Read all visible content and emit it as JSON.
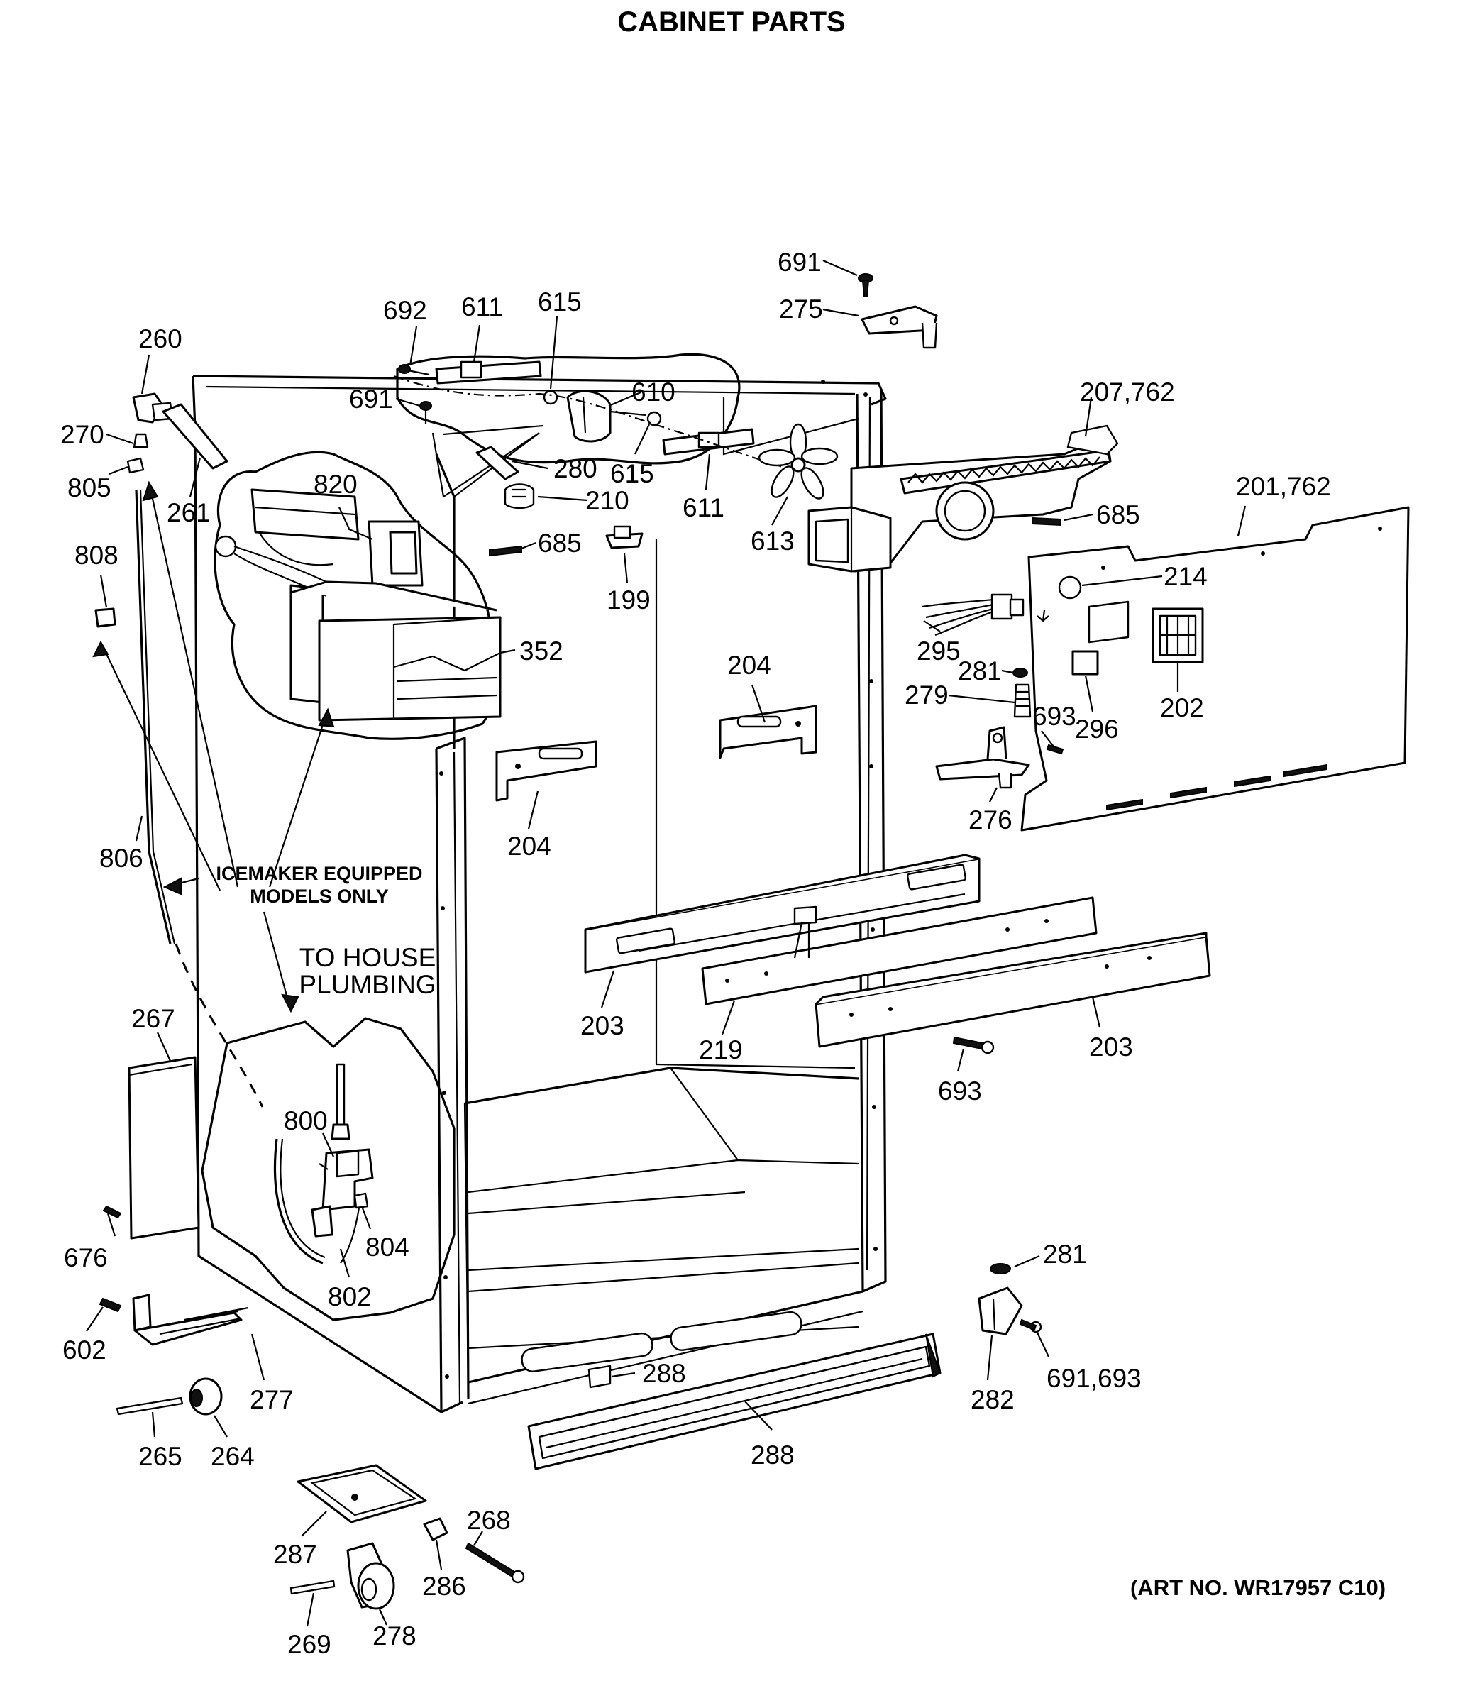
{
  "title": "CABINET PARTS",
  "art_number": "(ART NO. WR17957 C10)",
  "notes": {
    "icemaker_line1": "ICEMAKER EQUIPPED",
    "icemaker_line2": "MODELS ONLY",
    "plumbing_line1": "TO HOUSE",
    "plumbing_line2": "PLUMBING"
  },
  "callouts": [
    {
      "id": "c691a",
      "text": "691"
    },
    {
      "id": "c275",
      "text": "275"
    },
    {
      "id": "c692",
      "text": "692"
    },
    {
      "id": "c611a",
      "text": "611"
    },
    {
      "id": "c615a",
      "text": "615"
    },
    {
      "id": "c610",
      "text": "610"
    },
    {
      "id": "c260",
      "text": "260"
    },
    {
      "id": "c691b",
      "text": "691"
    },
    {
      "id": "c207",
      "text": "207,762"
    },
    {
      "id": "c270",
      "text": "270"
    },
    {
      "id": "c615b",
      "text": "615"
    },
    {
      "id": "c280",
      "text": "280"
    },
    {
      "id": "c805",
      "text": "805"
    },
    {
      "id": "c261",
      "text": "261"
    },
    {
      "id": "c210",
      "text": "210"
    },
    {
      "id": "c611b",
      "text": "611"
    },
    {
      "id": "c820",
      "text": "820"
    },
    {
      "id": "c685a",
      "text": "685"
    },
    {
      "id": "c201",
      "text": "201,762"
    },
    {
      "id": "c685b",
      "text": "685"
    },
    {
      "id": "c613",
      "text": "613"
    },
    {
      "id": "c808",
      "text": "808"
    },
    {
      "id": "c214",
      "text": "214"
    },
    {
      "id": "c199",
      "text": "199"
    },
    {
      "id": "c352",
      "text": "352"
    },
    {
      "id": "c295",
      "text": "295"
    },
    {
      "id": "c204a",
      "text": "204"
    },
    {
      "id": "c281a",
      "text": "281"
    },
    {
      "id": "c279",
      "text": "279"
    },
    {
      "id": "c693a",
      "text": "693"
    },
    {
      "id": "c202",
      "text": "202"
    },
    {
      "id": "c296",
      "text": "296"
    },
    {
      "id": "c276",
      "text": "276"
    },
    {
      "id": "c204b",
      "text": "204"
    },
    {
      "id": "c806",
      "text": "806"
    },
    {
      "id": "c203a",
      "text": "203"
    },
    {
      "id": "c219",
      "text": "219"
    },
    {
      "id": "c203b",
      "text": "203"
    },
    {
      "id": "c267",
      "text": "267"
    },
    {
      "id": "c693b",
      "text": "693"
    },
    {
      "id": "c800",
      "text": "800"
    },
    {
      "id": "c804",
      "text": "804"
    },
    {
      "id": "c676",
      "text": "676"
    },
    {
      "id": "c802",
      "text": "802"
    },
    {
      "id": "c281b",
      "text": "281"
    },
    {
      "id": "c602",
      "text": "602"
    },
    {
      "id": "c288a",
      "text": "288"
    },
    {
      "id": "c691c",
      "text": "691,693"
    },
    {
      "id": "c277",
      "text": "277"
    },
    {
      "id": "c282",
      "text": "282"
    },
    {
      "id": "c265",
      "text": "265"
    },
    {
      "id": "c264",
      "text": "264"
    },
    {
      "id": "c288b",
      "text": "288"
    },
    {
      "id": "c268",
      "text": "268"
    },
    {
      "id": "c287",
      "text": "287"
    },
    {
      "id": "c286",
      "text": "286"
    },
    {
      "id": "c269",
      "text": "269"
    },
    {
      "id": "c278",
      "text": "278"
    }
  ]
}
